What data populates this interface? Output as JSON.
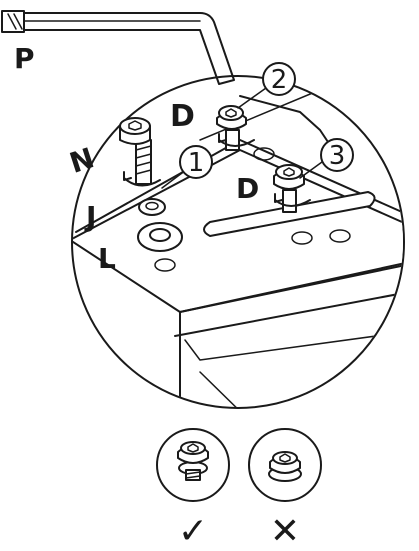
{
  "labels": {
    "hex_key": "P",
    "bolt_top": "D",
    "bolt_mid": "D",
    "washer_split": "N",
    "washer_lock": "J",
    "washer_flat": "L"
  },
  "steps": [
    "1",
    "2",
    "3"
  ],
  "verdict": {
    "correct_mark": "✓",
    "incorrect_mark": "✕"
  },
  "colors": {
    "line": "#1a1a1a",
    "background": "#ffffff"
  }
}
